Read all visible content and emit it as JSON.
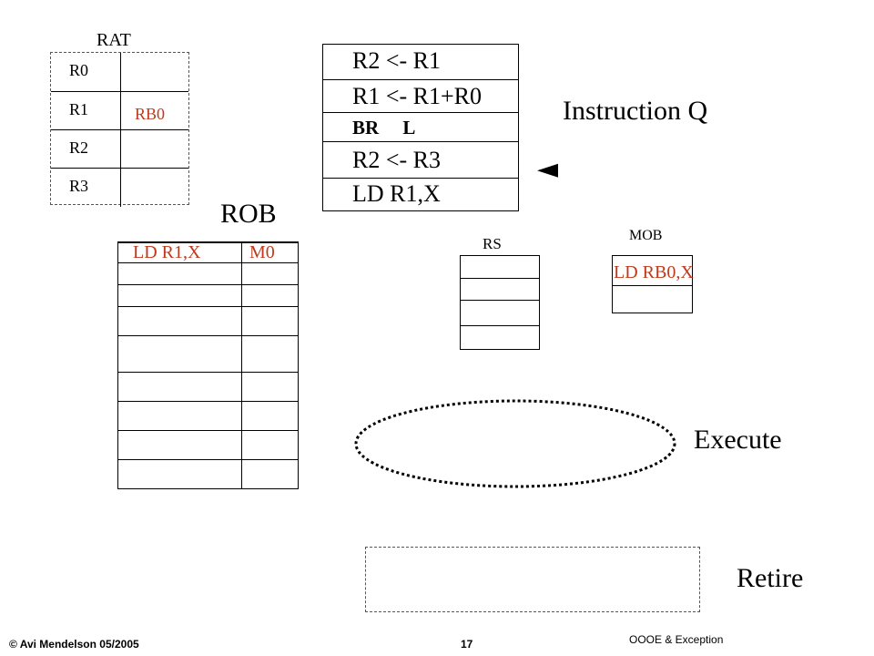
{
  "rat": {
    "title": "RAT",
    "rows": [
      {
        "reg": "R0",
        "value": ""
      },
      {
        "reg": "R1",
        "value": "RB0"
      },
      {
        "reg": "R2",
        "value": ""
      },
      {
        "reg": "R3",
        "value": ""
      }
    ]
  },
  "instruction_queue": {
    "label": "Instruction Q",
    "pointer_glyph": "◄",
    "rows": [
      "R2 <- R1",
      "R1 <- R1+R0",
      "BR     L",
      "R2 <- R3",
      "LD R1,X"
    ]
  },
  "rob": {
    "title": "ROB",
    "first_entry": {
      "instruction": "LD R1,X",
      "tag": "M0"
    }
  },
  "rs": {
    "title": "RS"
  },
  "mob": {
    "title": "MOB",
    "entry": "LD RB0,X"
  },
  "stages": {
    "execute": "Execute",
    "retire": "Retire"
  },
  "footer": {
    "author": "© Avi Mendelson 05/2005",
    "page": "17",
    "topic": "OOOE & Exception"
  },
  "colors": {
    "highlight": "#c0391b"
  }
}
